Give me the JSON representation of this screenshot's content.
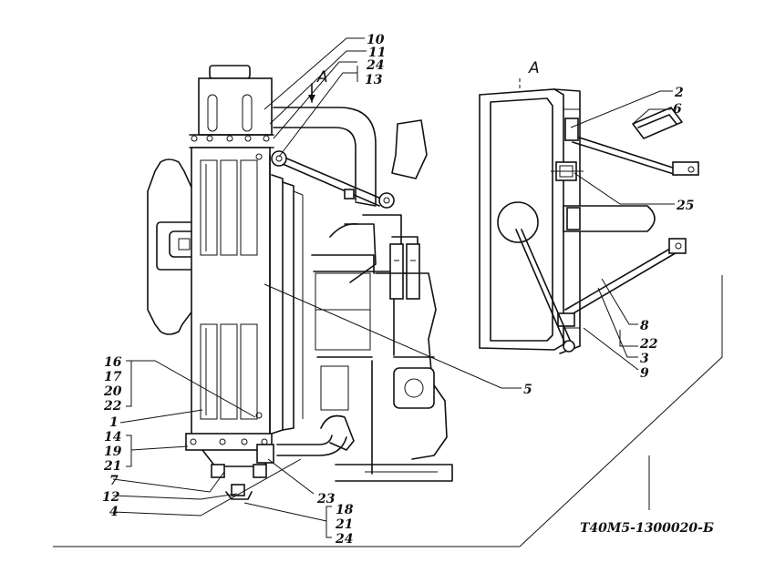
{
  "view_markers": {
    "main": "A",
    "side": "A"
  },
  "drawing_code": "T40M5-1300020-Б",
  "labels": {
    "l1": "1",
    "l2": "2",
    "l3": "3",
    "l4": "4",
    "l5": "5",
    "l6": "6",
    "l7": "7",
    "l8": "8",
    "l9": "9",
    "l10": "10",
    "l11": "11",
    "l12": "12",
    "l13": "13",
    "l14": "14",
    "l16": "16",
    "l17": "17",
    "l18": "18",
    "l19": "19",
    "l20": "20",
    "l21a": "21",
    "l21b": "21",
    "l22a": "22",
    "l22b": "22",
    "l23": "23",
    "l24a": "24",
    "l24b": "24",
    "l25": "25"
  }
}
